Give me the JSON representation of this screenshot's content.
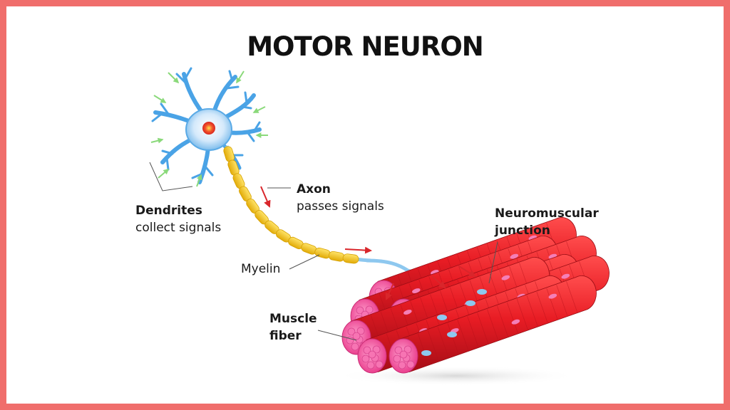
{
  "title": "MOTOR NEURON",
  "labels": {
    "dendrites": {
      "name": "Dendrites",
      "desc": "collect signals"
    },
    "axon": {
      "name": "Axon",
      "desc": "passes signals"
    },
    "myelin": {
      "name": "Myelin"
    },
    "junction": {
      "line1": "Neuromuscular",
      "line2": "junction"
    },
    "muscle": {
      "line1": "Muscle",
      "line2": "fiber"
    }
  },
  "colors": {
    "border": "#f06e6c",
    "dendrite": "#4aa3e6",
    "cell_body": "#cfe6fb",
    "nucleus": "#e8332a",
    "myelin": "#f2c418",
    "muscle": "#e0202a",
    "muscle_end": "#f04f9b",
    "axon_terminal": "#8ec8ef",
    "signal_arrow": "#d9262b",
    "input_arrow": "#8ad97a"
  }
}
